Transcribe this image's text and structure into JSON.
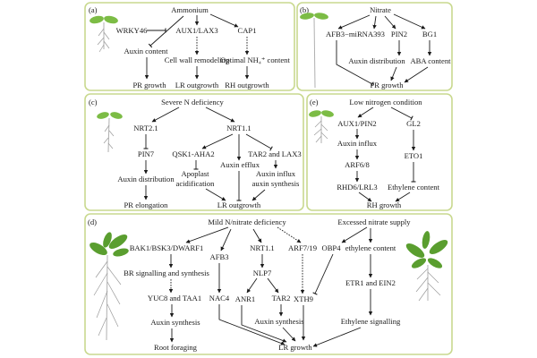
{
  "figure": {
    "panel_a": {
      "label": "(a)",
      "nodes": {
        "ammonium": "Ammonium",
        "wrky46": "WRKY46",
        "aux1_lax3": "AUX1/LAX3",
        "cap1": "CAP1",
        "auxin_content": "Auxin content",
        "cell_wall": "Cell wall remodeling",
        "optimal_nh4": "Optimal NH₄⁺ content",
        "pr_growth": "PR growth",
        "lr_outgrowth": "LR outgrowth",
        "rh_outgrowth": "RH outgrowth"
      }
    },
    "panel_b": {
      "label": "(b)",
      "nodes": {
        "nitrate": "Nitrate",
        "afb3_mirna": "AFB3−miRNA393",
        "pin2": "PIN2",
        "bg1": "BG1",
        "auxin_distribution": "Auxin distribution",
        "aba_content": "ABA content",
        "pr_growth": "PR growth"
      }
    },
    "panel_c": {
      "label": "(c)",
      "nodes": {
        "severe_n": "Severe N deficiency",
        "nrt21": "NRT2.1",
        "nrt11": "NRT1.1",
        "pin7": "PIN7",
        "qsk1": "QSK1-AHA2",
        "tar2_lax3": "TAR2 and LAX3",
        "auxin_efflux": "Auxin efflux",
        "auxin_distribution": "Auxin distribution",
        "apoplast_1": "Apoplast",
        "apoplast_2": "acidification",
        "auxin_influx_1": "Auxin influx",
        "auxin_influx_2": "auxin synthesis",
        "pr_elongation": "PR elongation",
        "lr_outgrowth": "LR outgrowth"
      }
    },
    "panel_e": {
      "label": "(e)",
      "nodes": {
        "low_n": "Low nitrogen condition",
        "aux1_pin2": "AUX1/PIN2",
        "gl2": "GL2",
        "auxin_influx": "Auxin influx",
        "eto1": "ETO1",
        "arf68": "ARF6/8",
        "rhd6": "RHD6/LRL3",
        "ethylene_content": "Ethylene content",
        "rh_growth": "RH growth"
      }
    },
    "panel_d": {
      "label": "(d)",
      "nodes": {
        "mild_n": "Mild N/nitrate deficiency",
        "excess_nitrate": "Excessed nitrate supply",
        "bak1": "BAK1/BSK3/DWARF1",
        "afb3": "AFB3",
        "nrt11": "NRT1.1",
        "arf719": "ARF7/19",
        "obp4": "OBP4",
        "ethylene_content": "ethylene content",
        "br_signalling": "BR signalling and synthesis",
        "nlp7": "NLP7",
        "yuc8_taa1": "YUC8 and TAA1",
        "nac4": "NAC4",
        "anr1": "ANR1",
        "tar2": "TAR2",
        "xth9": "XTH9",
        "etr1_ein2": "ETR1 and EIN2",
        "auxin_synthesis_left": "Auxin synthesis",
        "auxin_synthesis_mid": "Auxin synthesis",
        "ethylene_signalling": "Ethylene signalling",
        "root_foraging": "Root foraging",
        "lr_growth": "LR growth"
      }
    },
    "colors": {
      "panel_border": "#c9d98f",
      "leaf": "#5a9e2f",
      "text": "#1a1a1a"
    }
  }
}
